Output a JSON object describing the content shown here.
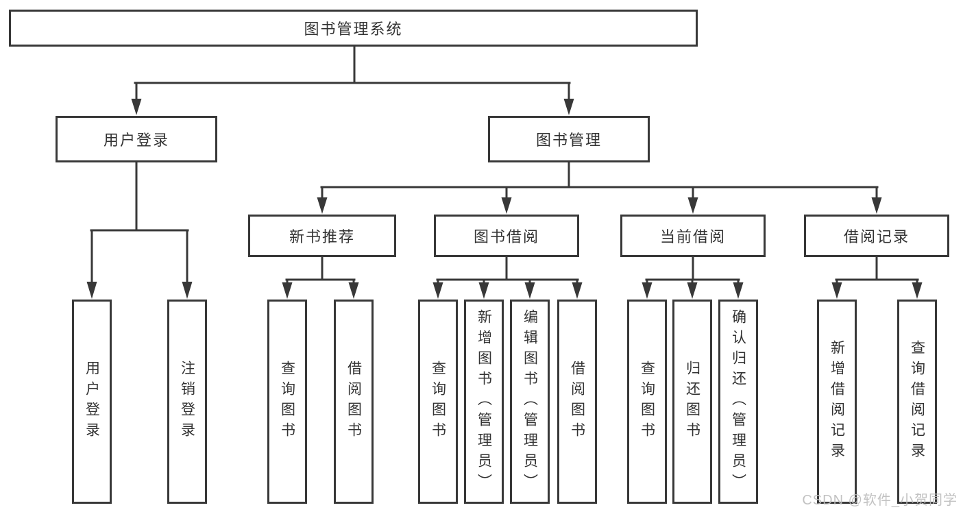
{
  "diagram": {
    "root": {
      "label": "图书管理系统"
    },
    "branches": [
      {
        "label": "用户登录",
        "children": [
          {
            "label": "用户登录"
          },
          {
            "label": "注销登录"
          }
        ]
      },
      {
        "label": "图书管理",
        "children": [
          {
            "label": "新书推荐",
            "children": [
              {
                "label": "查询图书"
              },
              {
                "label": "借阅图书"
              }
            ]
          },
          {
            "label": "图书借阅",
            "children": [
              {
                "label": "查询图书"
              },
              {
                "label": "新增图书（管理员）"
              },
              {
                "label": "编辑图书（管理员）"
              },
              {
                "label": "借阅图书"
              }
            ]
          },
          {
            "label": "当前借阅",
            "children": [
              {
                "label": "查询图书"
              },
              {
                "label": "归还图书"
              },
              {
                "label": "确认归还（管理员）"
              }
            ]
          },
          {
            "label": "借阅记录",
            "children": [
              {
                "label": "新增借阅记录"
              },
              {
                "label": "查询借阅记录"
              }
            ]
          }
        ]
      }
    ],
    "watermark": "CSDN @软件_小贺同学",
    "colors": {
      "line": "#383838",
      "text": "#333333",
      "background": "#ffffff",
      "watermark": "#bcbcbc"
    }
  }
}
